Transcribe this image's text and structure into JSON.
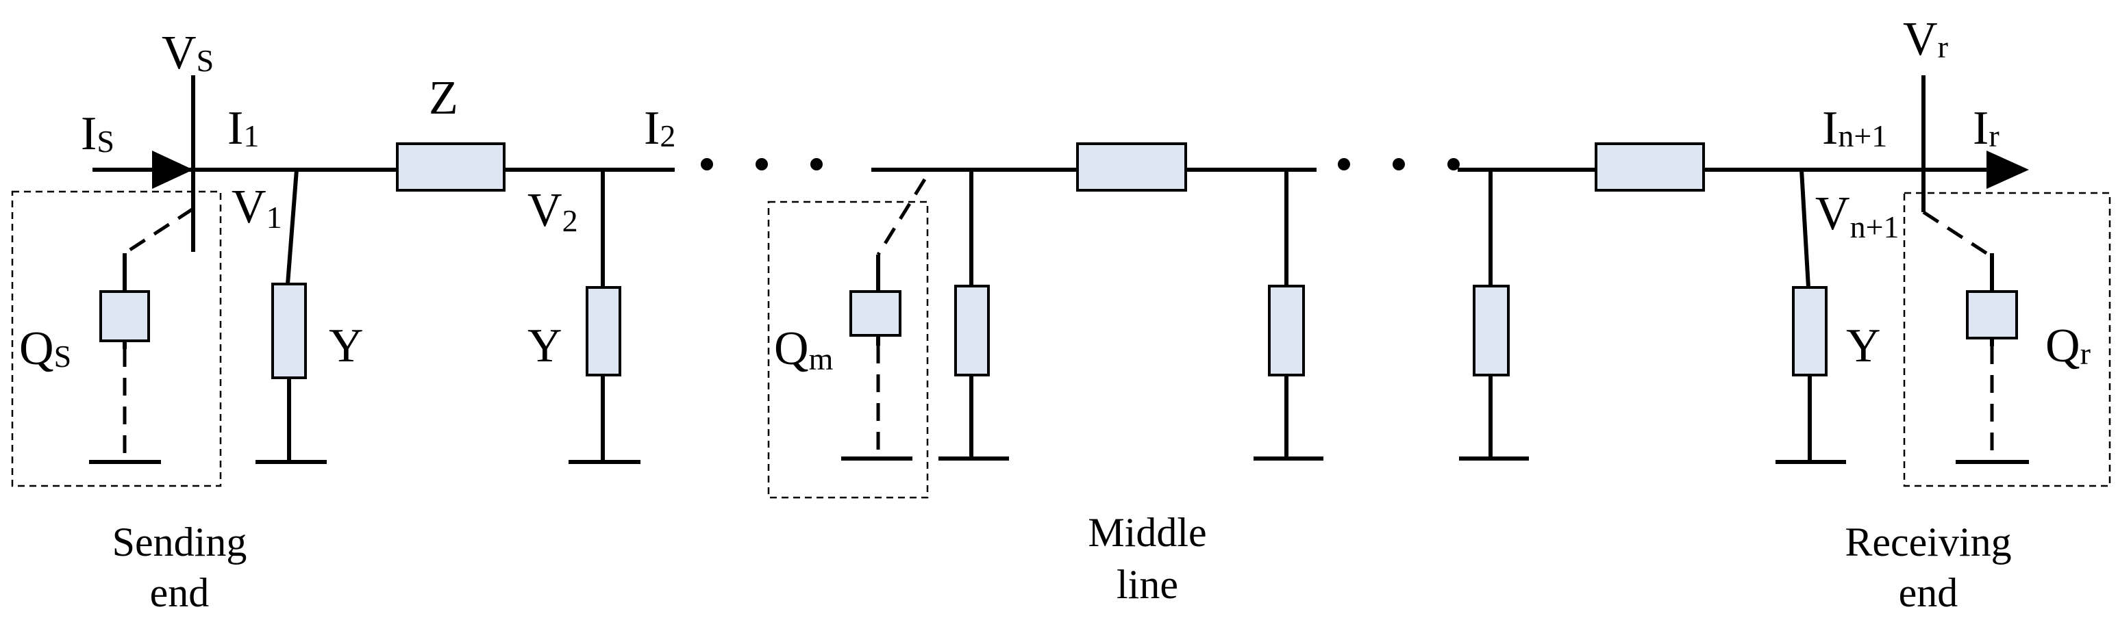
{
  "labels": {
    "vs": {
      "main": "V",
      "sub": "S"
    },
    "is": {
      "main": "I",
      "sub": "S"
    },
    "i1": {
      "main": "I",
      "sub": "1"
    },
    "v1": {
      "main": "V",
      "sub": "1"
    },
    "z": {
      "main": "Z"
    },
    "i2": {
      "main": "I",
      "sub": "2"
    },
    "v2": {
      "main": "V",
      "sub": "2"
    },
    "qs": {
      "main": "Q",
      "sub": "S"
    },
    "y1": {
      "main": "Y"
    },
    "y2": {
      "main": "Y"
    },
    "qm": {
      "main": "Q",
      "sub": "m"
    },
    "vr": {
      "main": "V",
      "sub": "r"
    },
    "ir": {
      "main": "I",
      "sub": "r"
    },
    "in1": {
      "main": "I",
      "sub": "n+1"
    },
    "vn1": {
      "main": "V",
      "sub": "n+1"
    },
    "y3": {
      "main": "Y"
    },
    "qr": {
      "main": "Q",
      "sub": "r"
    }
  },
  "captions": {
    "sending": [
      "Sending",
      "end"
    ],
    "middle": [
      "Middle",
      "line"
    ],
    "receiving": [
      "Receiving",
      "end"
    ]
  },
  "colors": {
    "component_fill": "#dde6f2",
    "line": "#000000"
  }
}
